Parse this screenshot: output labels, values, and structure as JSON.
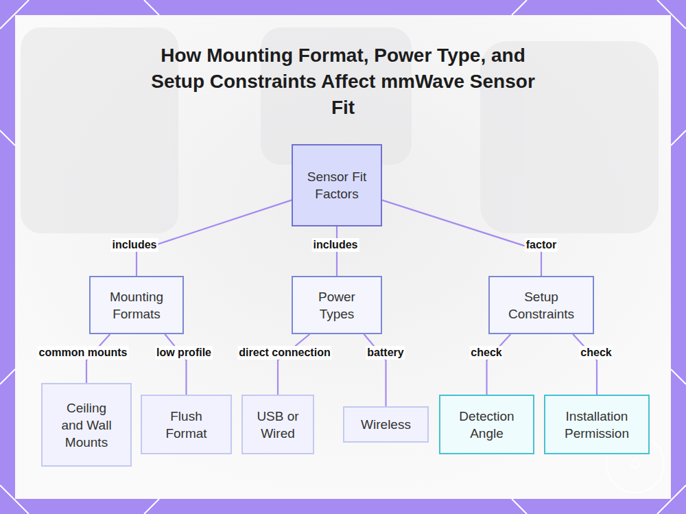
{
  "diagram": {
    "title": "How Mounting Format, Power Type, and Setup Constraints Affect mmWave Sensor Fit",
    "nodes": [
      {
        "text": [
          "Sensor Fit Factors"
        ]
      },
      {
        "text": [
          "Mounting Formats"
        ]
      },
      {
        "text": [
          "Power Types"
        ]
      },
      {
        "text": [
          "Setup Constraints"
        ]
      },
      {
        "text": [
          "Ceiling and Wall Mounts"
        ]
      },
      {
        "text": [
          "Flush Format"
        ]
      },
      {
        "text": [
          "USB or Wired"
        ]
      },
      {
        "text": [
          "Wireless"
        ]
      },
      {
        "text": [
          "Detection Angle"
        ]
      },
      {
        "text": [
          "Installation Permission"
        ]
      }
    ],
    "edges": [
      {
        "from": 0,
        "to": 1,
        "arrow": "none",
        "label": "includes"
      },
      {
        "from": 0,
        "to": 2,
        "arrow": "none",
        "label": "includes"
      },
      {
        "from": 0,
        "to": 3,
        "arrow": "none",
        "label": "factor"
      },
      {
        "from": 1,
        "to": 4,
        "arrow": "none",
        "label": "common mounts"
      },
      {
        "from": 1,
        "to": 5,
        "arrow": "none",
        "label": "low profile"
      },
      {
        "from": 2,
        "to": 6,
        "arrow": "none",
        "label": "direct connection"
      },
      {
        "from": 2,
        "to": 7,
        "arrow": "none",
        "label": "battery"
      },
      {
        "from": 3,
        "to": 8,
        "arrow": "none",
        "label": "check"
      },
      {
        "from": 3,
        "to": 9,
        "arrow": "none",
        "label": "check"
      }
    ]
  }
}
